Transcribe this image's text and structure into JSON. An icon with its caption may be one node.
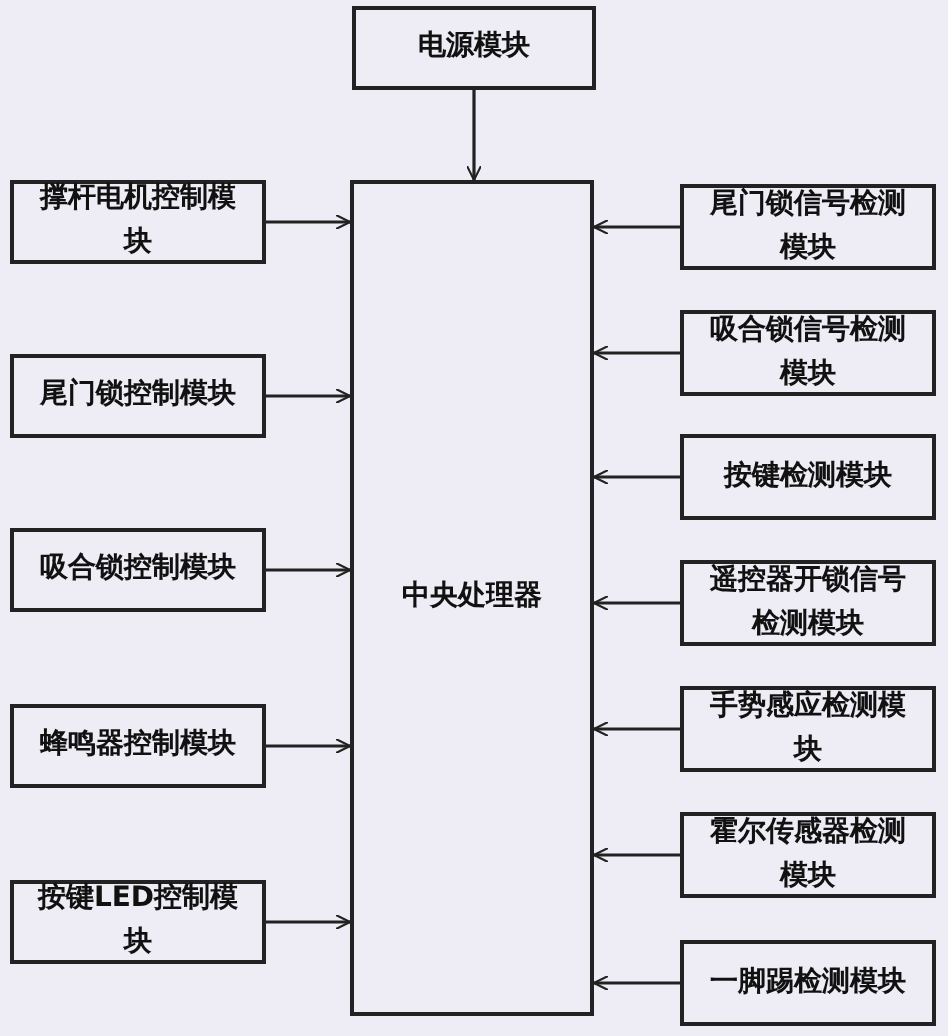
{
  "diagram": {
    "nodes": [
      {
        "text": [
          "电源模块"
        ]
      },
      {
        "text": [
          "中央处理器"
        ]
      },
      {
        "text": [
          "撑杆电机控制模块"
        ]
      },
      {
        "text": [
          "尾门锁控制模块"
        ]
      },
      {
        "text": [
          "吸合锁控制模块"
        ]
      },
      {
        "text": [
          "蜂鸣器控制模块"
        ]
      },
      {
        "text": [
          "按键LED控制模块"
        ]
      },
      {
        "text": [
          "尾门锁信号检测模块"
        ]
      },
      {
        "text": [
          "吸合锁信号检测模块"
        ]
      },
      {
        "text": [
          "按键检测模块"
        ]
      },
      {
        "text": [
          "遥控器开锁信号检测模块"
        ]
      },
      {
        "text": [
          "手势感应检测模块"
        ]
      },
      {
        "text": [
          "霍尔传感器检测模块"
        ]
      },
      {
        "text": [
          "一脚踢检测模块"
        ]
      }
    ],
    "edges": [
      {
        "from": 0,
        "to": 1,
        "arrow": "to"
      },
      {
        "from": 2,
        "to": 1,
        "arrow": "to"
      },
      {
        "from": 3,
        "to": 1,
        "arrow": "to"
      },
      {
        "from": 4,
        "to": 1,
        "arrow": "to"
      },
      {
        "from": 5,
        "to": 1,
        "arrow": "to"
      },
      {
        "from": 6,
        "to": 1,
        "arrow": "to"
      },
      {
        "from": 7,
        "to": 1,
        "arrow": "to"
      },
      {
        "from": 8,
        "to": 1,
        "arrow": "to"
      },
      {
        "from": 9,
        "to": 1,
        "arrow": "to"
      },
      {
        "from": 10,
        "to": 1,
        "arrow": "to"
      },
      {
        "from": 11,
        "to": 1,
        "arrow": "to"
      },
      {
        "from": 12,
        "to": 1,
        "arrow": "to"
      },
      {
        "from": 13,
        "to": 1,
        "arrow": "to"
      }
    ]
  }
}
